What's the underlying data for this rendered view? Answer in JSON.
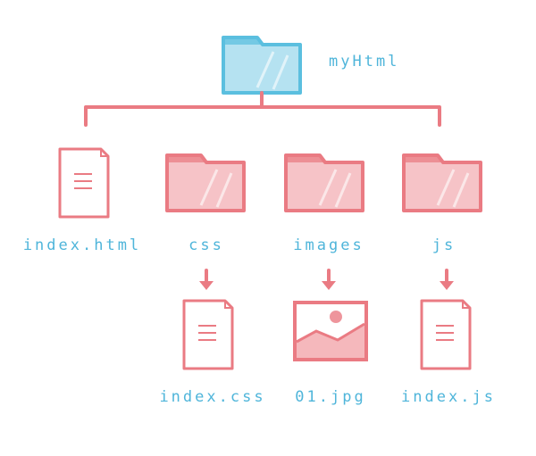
{
  "root": {
    "label": "myHtml",
    "icon": "folder-icon",
    "color": "#5bbfdf"
  },
  "children": [
    {
      "label": "index.html",
      "icon": "file-icon"
    },
    {
      "label": "css",
      "icon": "folder-icon"
    },
    {
      "label": "images",
      "icon": "folder-icon"
    },
    {
      "label": "js",
      "icon": "folder-icon"
    }
  ],
  "contents": [
    {
      "label": "index.css",
      "icon": "file-icon"
    },
    {
      "label": "01.jpg",
      "icon": "image-icon"
    },
    {
      "label": "index.js",
      "icon": "file-icon"
    }
  ],
  "colors": {
    "accent": "#ea7b83",
    "text": "#4fb5da"
  }
}
